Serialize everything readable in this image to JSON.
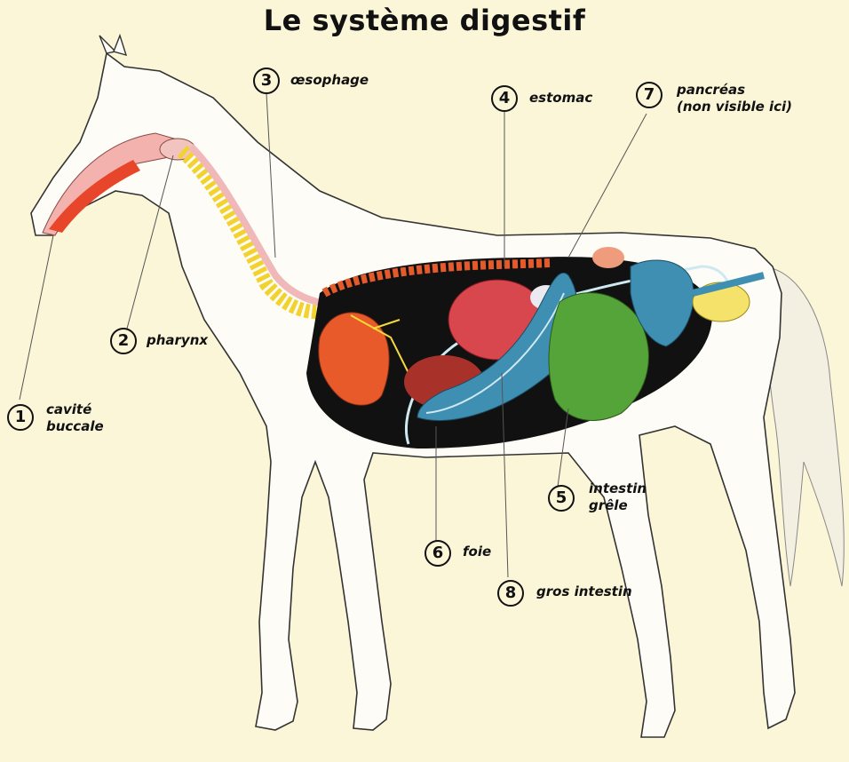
{
  "title": "Le système digestif",
  "labels": [
    {
      "num": "1",
      "lines": [
        "cavité",
        "buccale"
      ]
    },
    {
      "num": "2",
      "lines": [
        "pharynx"
      ]
    },
    {
      "num": "3",
      "lines": [
        "œsophage"
      ]
    },
    {
      "num": "4",
      "lines": [
        "estomac"
      ]
    },
    {
      "num": "5",
      "lines": [
        "intestin",
        "grêle"
      ]
    },
    {
      "num": "6",
      "lines": [
        "foie"
      ]
    },
    {
      "num": "7",
      "lines": [
        "pancréas",
        "(non visible ici)"
      ]
    },
    {
      "num": "8",
      "lines": [
        "gros intestin"
      ]
    }
  ],
  "colors": {
    "background": "#fbf6d8",
    "mouth": "#e8462a",
    "esophagus_rings": "#f2d22e",
    "stomach": "#d8464e",
    "liver": "#a8312a",
    "large_intestine": "#3f8fb3",
    "small_intestine": "#55a43a",
    "heart": "#e85a2a",
    "abdomen": "#111111",
    "rectum_fat": "#f5e26a"
  }
}
